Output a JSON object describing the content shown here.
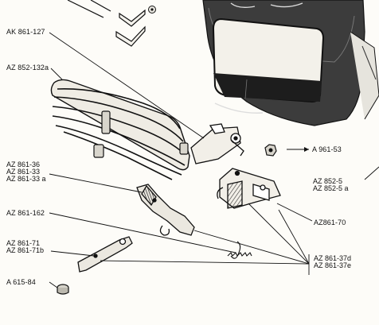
{
  "diagram": {
    "callouts": {
      "ak_861_127": "AK 861-127",
      "az_852_132a": "AZ 852-132a",
      "az_861_36": "AZ 861-36",
      "az_861_33": "AZ 861-33",
      "az_861_33a": "AZ 861-33 a",
      "az_861_162": "AZ 861-162",
      "az_861_71": "AZ 861-71",
      "az_861_71b": "AZ 861-71b",
      "a_615_84": "A 615-84",
      "a_961_53": "A 961-53",
      "az_852_5": "AZ 852-5",
      "az_852_5a": "AZ 852-5 a",
      "az_861_70": "AZ861-70",
      "az_861_37d": "AZ 861-37d",
      "az_861_37e": "AZ 861-37e"
    }
  }
}
